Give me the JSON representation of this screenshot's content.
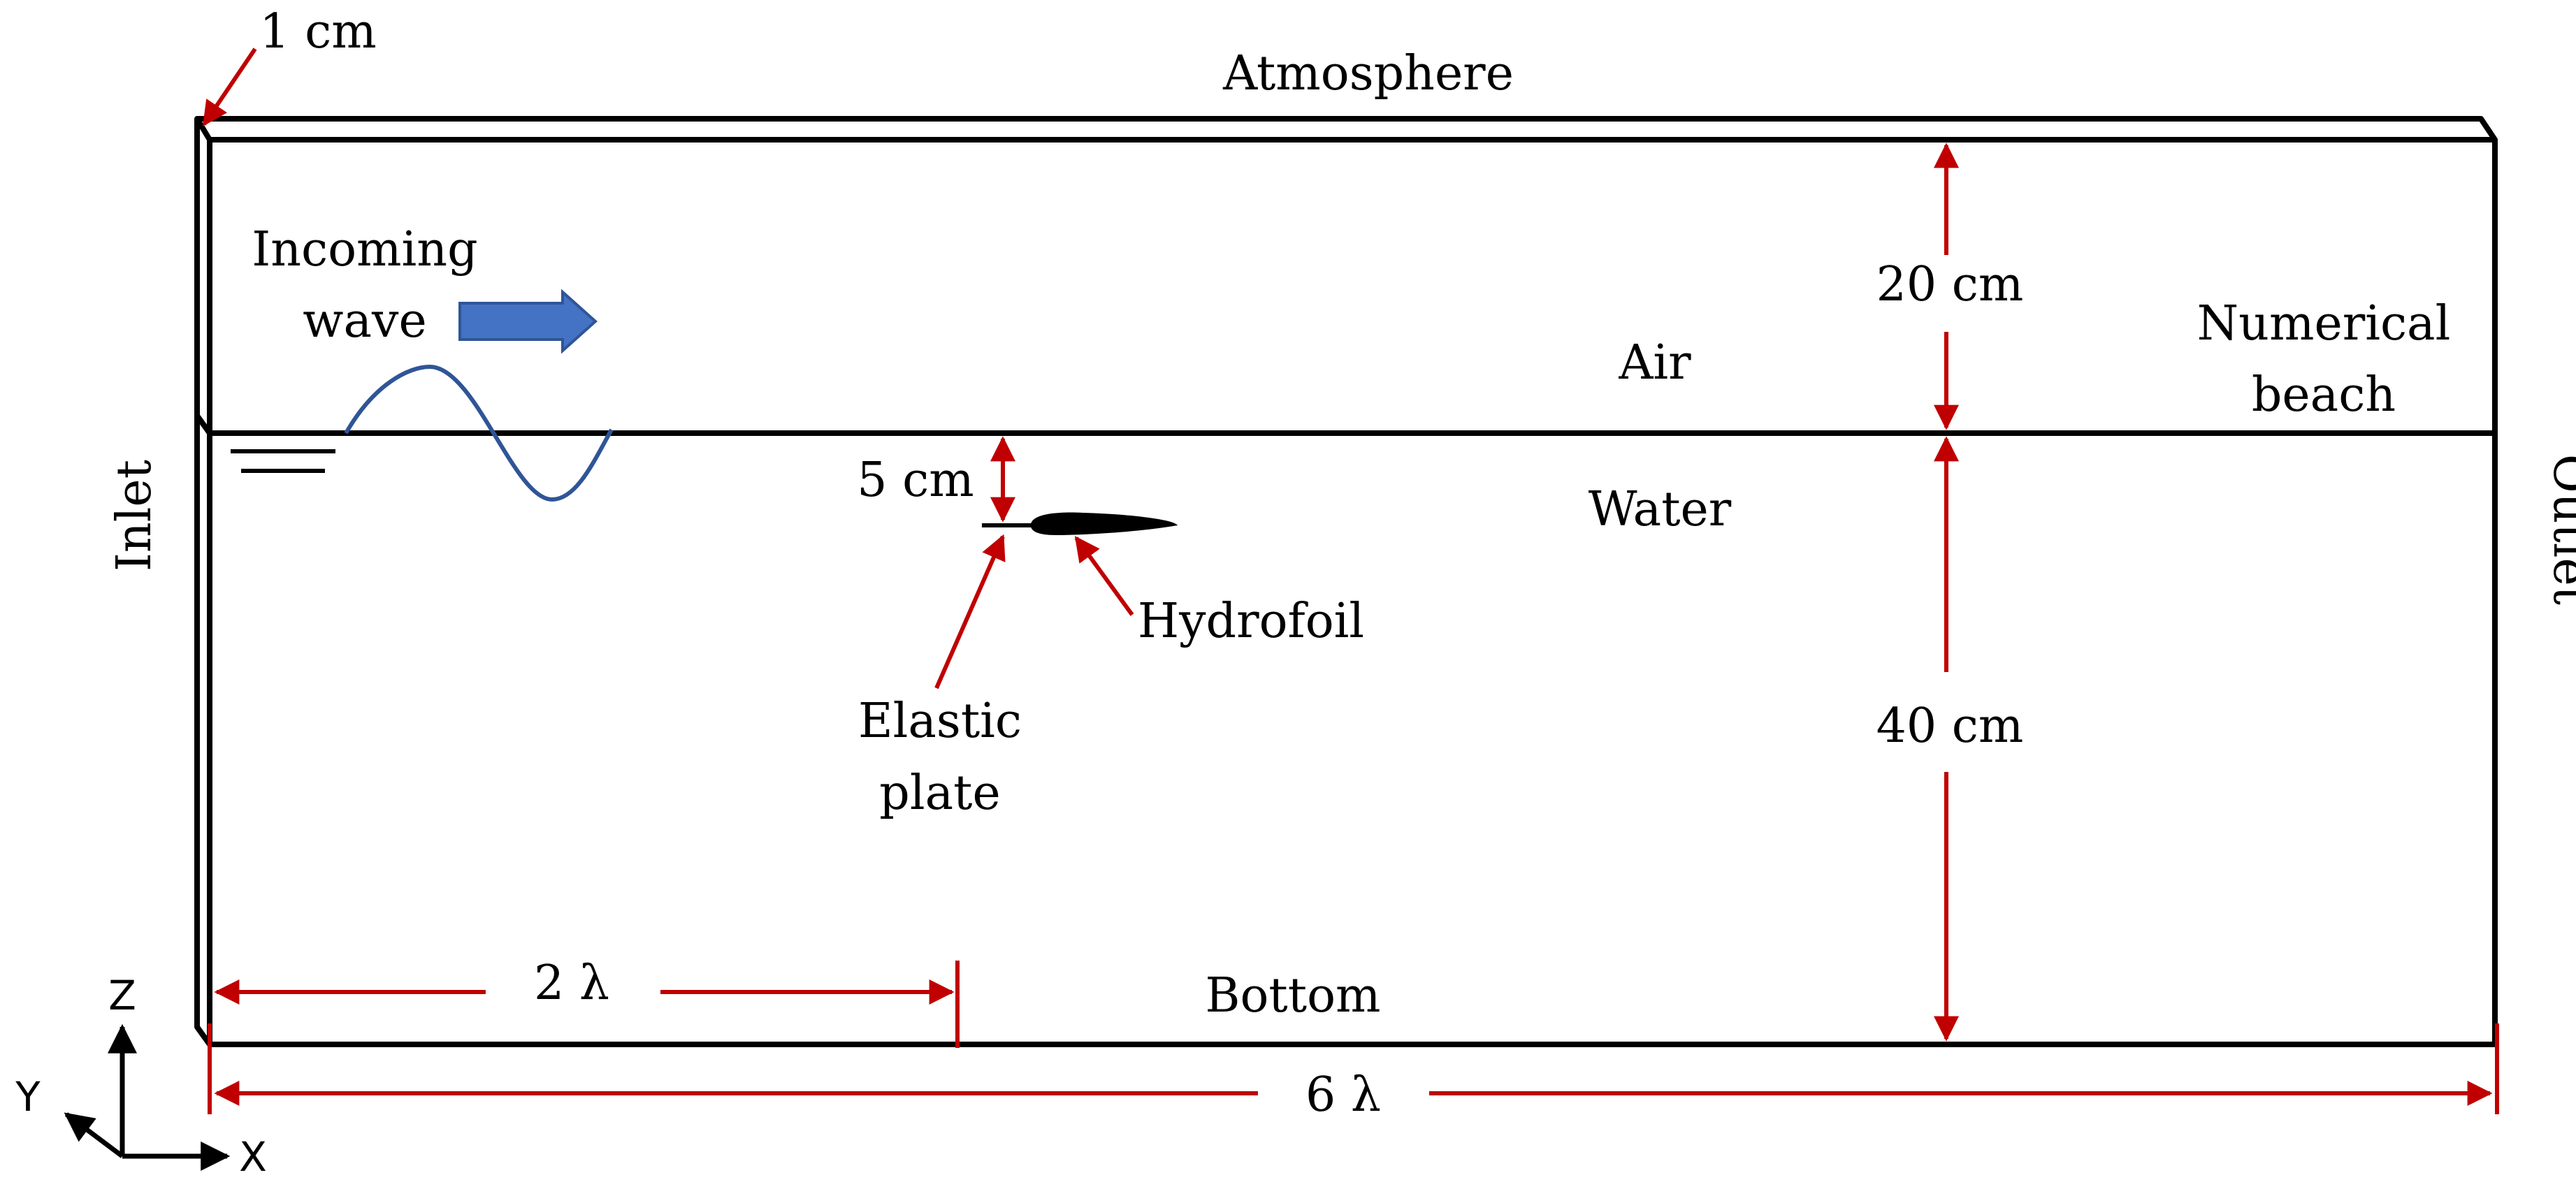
{
  "labels": {
    "atmosphere": "Atmosphere",
    "air": "Air",
    "water": "Water",
    "bottom": "Bottom",
    "inlet": "Inlet",
    "outlet": "Outlet",
    "incoming_wave_line1": "Incoming",
    "incoming_wave_line2": "wave",
    "numerical_beach_line1": "Numerical",
    "numerical_beach_line2": "beach",
    "hydrofoil": "Hydrofoil",
    "elastic_plate_line1": "Elastic",
    "elastic_plate_line2": "plate"
  },
  "dimensions": {
    "thickness": "1 cm",
    "air_height": "20 cm",
    "water_depth": "40 cm",
    "submergence": "5 cm",
    "foil_distance": "2 λ",
    "domain_length": "6 λ"
  },
  "axes": {
    "x": "X",
    "y": "Y",
    "z": "Z"
  },
  "colors": {
    "dimension": "#C00000",
    "wave": "#2F5597",
    "wave_arrow": "#4472C4",
    "outline": "#000000"
  }
}
